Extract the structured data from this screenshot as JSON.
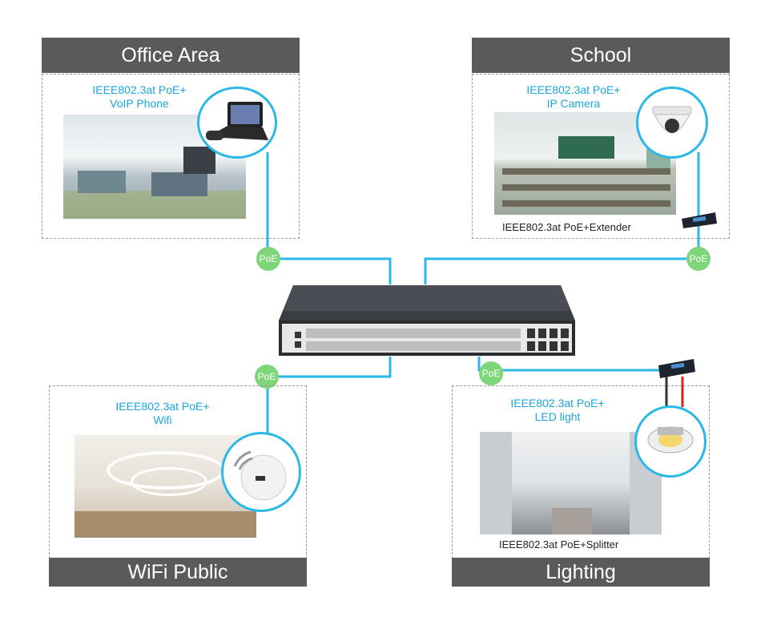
{
  "areas": {
    "office": {
      "title": "Office Area",
      "caption_line1": "IEEE802.3at PoE+",
      "caption_line2": "VoIP Phone",
      "device_icon": "voip-phone-icon"
    },
    "school": {
      "title": "School",
      "caption_line1": "IEEE802.3at PoE+",
      "caption_line2": "IP Camera",
      "note": "IEEE802.3at PoE+Extender",
      "device_icon": "dome-camera-icon"
    },
    "wifi": {
      "title": "WiFi Public",
      "caption_line1": "IEEE802.3at PoE+",
      "caption_line2": "Wifi",
      "device_icon": "access-point-icon"
    },
    "lighting": {
      "title": "Lighting",
      "caption_line1": "IEEE802.3at PoE+",
      "caption_line2": "LED light",
      "note": "IEEE802.3at PoE+Splitter",
      "device_icon": "led-downlight-icon"
    }
  },
  "poe_badges": {
    "office": "PoE",
    "school": "PoE",
    "wifi": "PoE",
    "lighting": "PoE"
  },
  "switch": {
    "icon": "poe-switch-icon"
  },
  "colors": {
    "wire": "#2bb8e6",
    "banner": "#5a5a5a",
    "caption": "#1aa5df",
    "poe": "#7fd67a"
  }
}
